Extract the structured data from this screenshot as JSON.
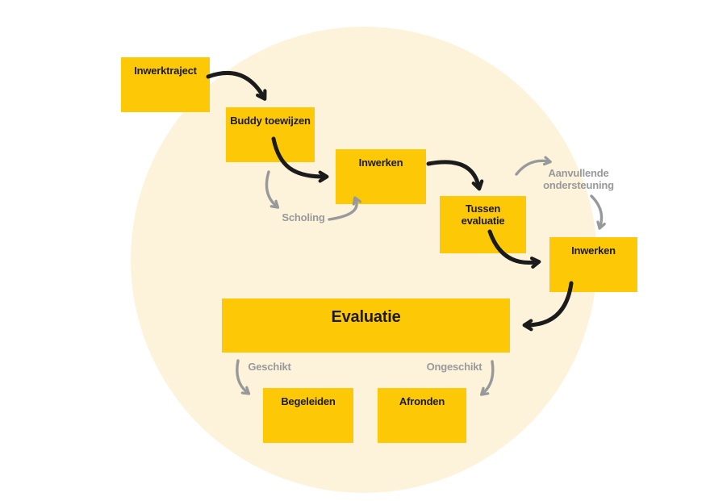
{
  "colors": {
    "bg": "#ffffff",
    "circle_fill": "#FCF3DA",
    "box_fill": "#FDC906",
    "text_color": "#1b1b1b",
    "gray": "#98999b"
  },
  "diagram": {
    "nodes": {
      "inwerktraject": "Inwerktraject",
      "buddy_toewijzen": "Buddy toewijzen",
      "inwerken_1": "Inwerken",
      "tussen_evaluatie": "Tussen evaluatie",
      "inwerken_2": "Inwerken",
      "evaluatie": "Evaluatie",
      "begeleiden": "Begeleiden",
      "afronden": "Afronden"
    },
    "annotations": {
      "scholing": "Scholing",
      "aanvullende_ondersteuning": "Aanvullende ondersteuning",
      "geschikt": "Geschikt",
      "ongeschikt": "Ongeschikt"
    }
  }
}
